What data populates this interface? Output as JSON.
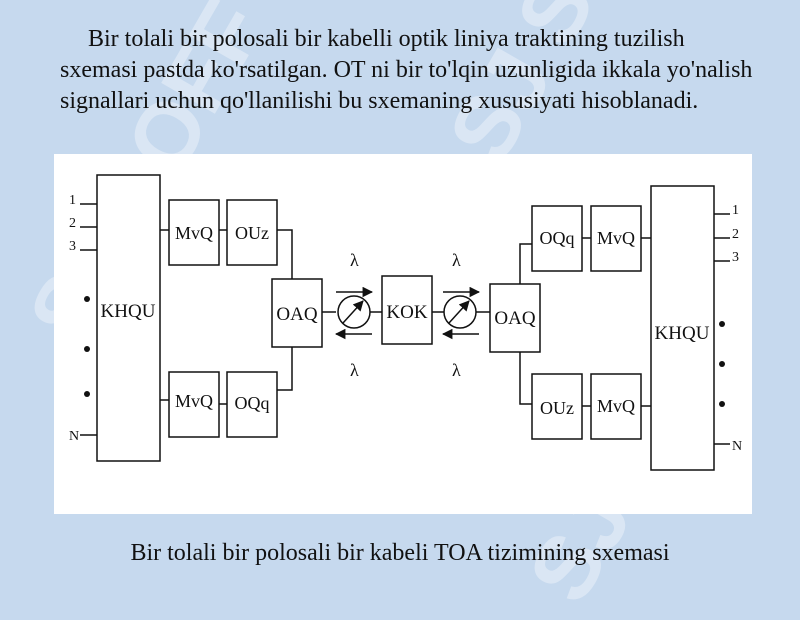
{
  "intro_text": "Bir tolali bir polosali bir kabelli optik liniya traktining tuzilish sxemasi pastda ko'rsatilgan. OT ni bir to'lqin uzunligida ikkala yo'nalish signallari uchun qo'llanilishi bu sxemaning xususiyati hisoblanadi.",
  "caption": "Bir tolali bir polosali bir kabeli TOA tizimining sxemasi",
  "diagram": {
    "left_khqu": "KHQU",
    "right_khqu": "KHQU",
    "left_mvq_top": "MvQ",
    "left_ouz": "OUz",
    "left_mvq_bottom": "MvQ",
    "left_oqq": "OQq",
    "left_oaq": "OAQ",
    "kok": "KOK",
    "right_oaq": "OAQ",
    "right_oqq": "OQq",
    "right_mvq_top": "MvQ",
    "right_ouz": "OUz",
    "right_mvq_bottom": "MvQ",
    "lambda": "λ",
    "left_ports": [
      "1",
      "2",
      "3",
      "N"
    ],
    "right_ports": [
      "1",
      "2",
      "3",
      "N"
    ]
  },
  "watermark": "SJ SOFF",
  "colors": {
    "background": "#c6d9ee",
    "panel": "#ffffff",
    "ink": "#111111"
  }
}
